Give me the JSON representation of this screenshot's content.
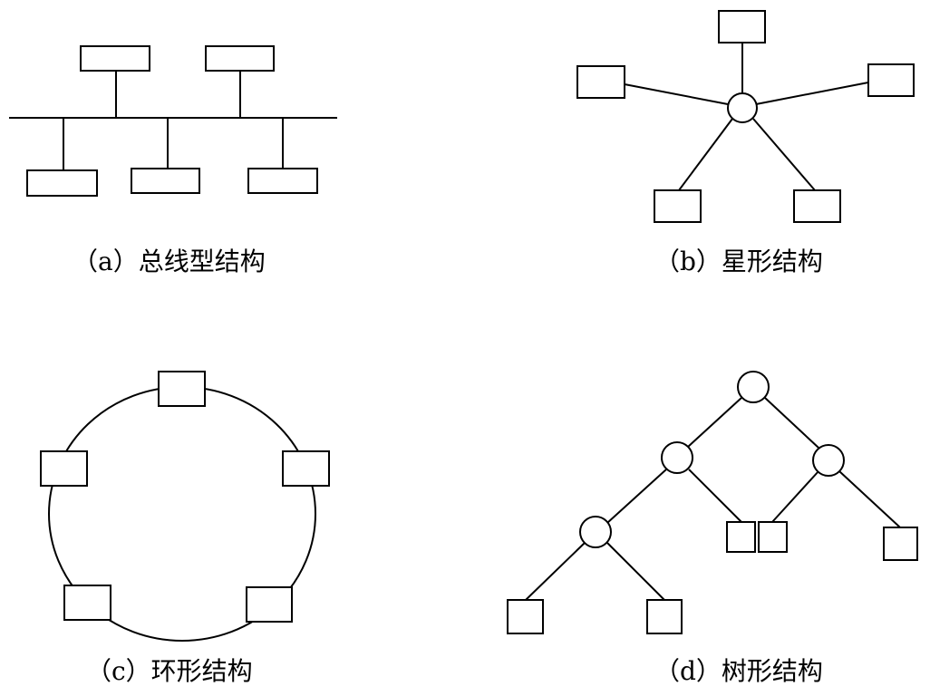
{
  "captions": {
    "bus": "（a）总线型结构",
    "star": "（b）星形结构",
    "ring": "（c）环形结构",
    "tree": "（d）树形结构"
  },
  "colors": {
    "stroke": "#000000",
    "background": "#ffffff"
  }
}
